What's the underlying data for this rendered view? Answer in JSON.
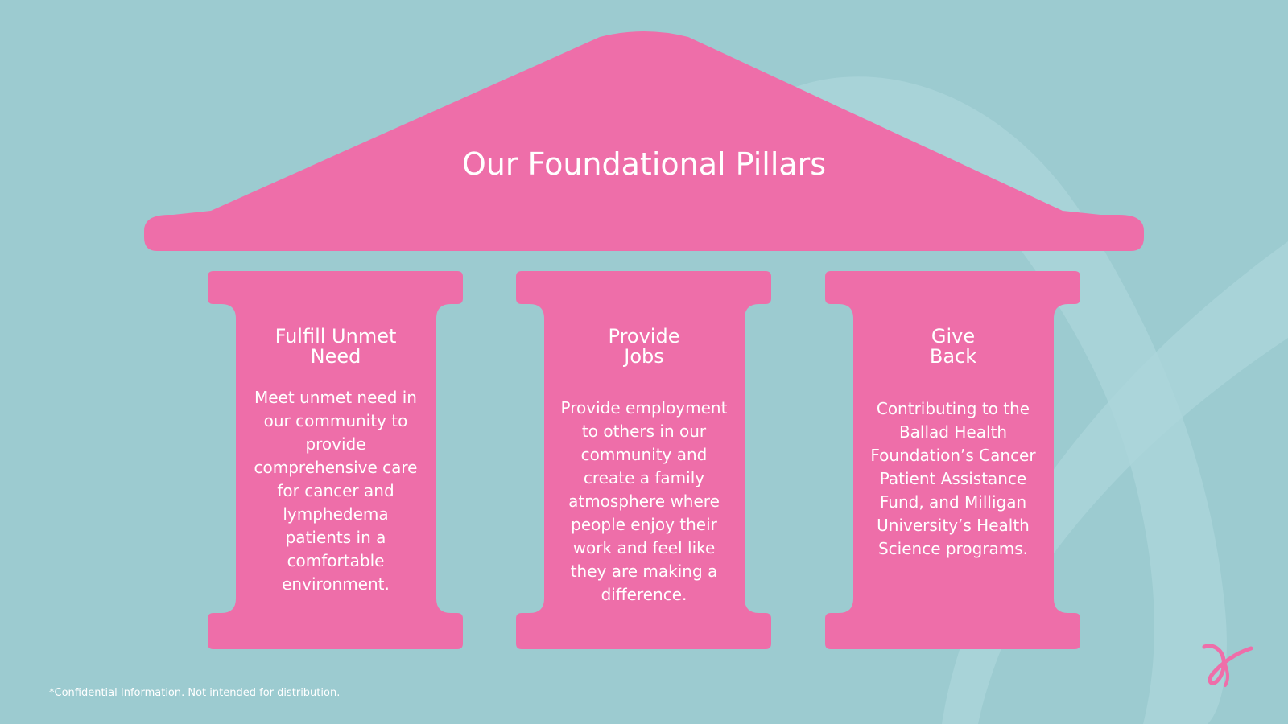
{
  "slide": {
    "title": "Our Foundational Pillars",
    "footnote": "*Confidential Information.  Not intended for distribution."
  },
  "pillars": [
    {
      "heading_lines": [
        "Fulfill Unmet",
        "Need"
      ],
      "body_lines": [
        "Meet unmet need in",
        "our community to",
        "provide",
        "comprehensive care",
        "for cancer and",
        "lymphedema",
        "patients in a",
        "comfortable",
        "environment."
      ]
    },
    {
      "heading_lines": [
        "Provide",
        "Jobs"
      ],
      "body_lines": [
        "Provide employment",
        "to others in our",
        "community and",
        "create a family",
        "atmosphere where",
        "people enjoy their",
        "work and feel like",
        "they are making a",
        "difference."
      ]
    },
    {
      "heading_lines": [
        "Give",
        "Back"
      ],
      "body_lines": [
        "Contributing to the",
        "Ballad Health",
        "Foundation’s Cancer",
        "Patient Assistance",
        "Fund, and Milligan",
        "University’s Health",
        "Science programs."
      ]
    }
  ],
  "colors": {
    "background": "#9ccbd0",
    "pillar_pink": "#ee6ea9",
    "ribbon_light": "#acd6db",
    "text": "#ffffff"
  },
  "icons": {
    "background_decoration": "awareness-ribbon-icon",
    "corner_logo": "pink-ribbon-logo-icon"
  }
}
